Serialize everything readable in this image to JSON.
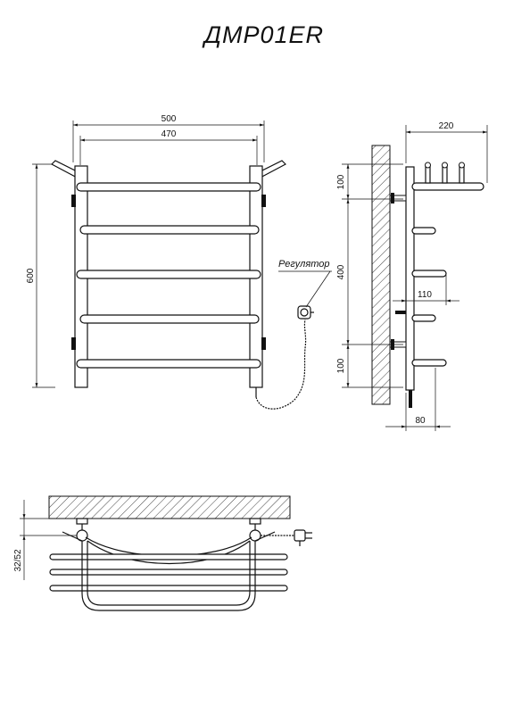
{
  "title": "ДМР01ER",
  "front_view": {
    "dim_total_width": "500",
    "dim_axis_width": "470",
    "dim_height": "600",
    "regulator_label": "Регулятор"
  },
  "side_view": {
    "dim_depth": "220",
    "dim_top": "100",
    "dim_mid": "400",
    "dim_bottom": "100",
    "dim_offset": "110",
    "dim_wall": "80"
  },
  "top_view": {
    "dim_pipe": "32/52"
  },
  "colors": {
    "line": "#111111",
    "background": "#ffffff"
  }
}
